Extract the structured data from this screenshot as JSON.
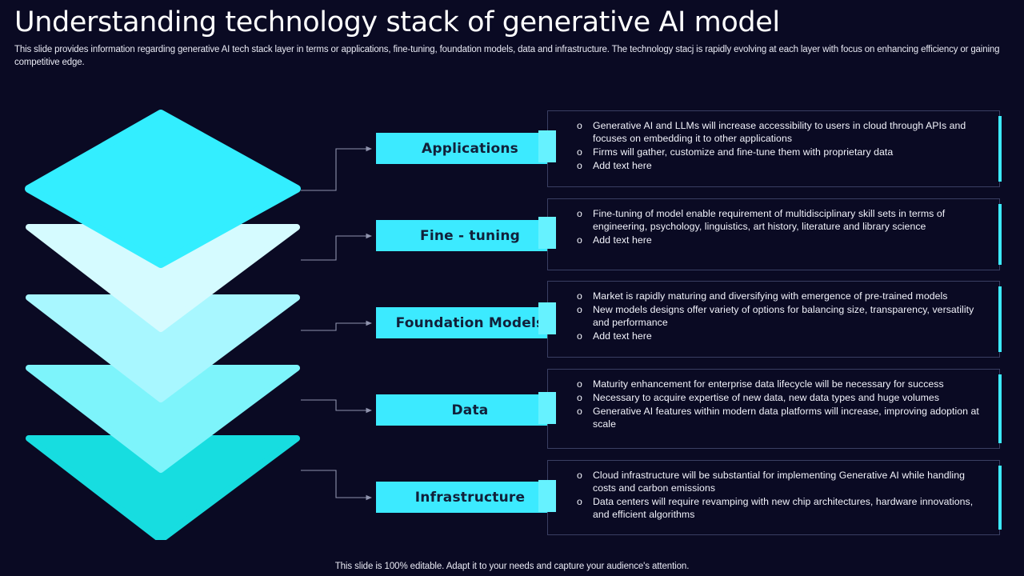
{
  "header": {
    "title": "Understanding technology stack of generative AI model",
    "subtitle": "This slide provides information regarding generative AI tech stack layer in terms or applications, fine-tuning, foundation models, data and infrastructure. The technology stacj is rapidly evolving at each layer with focus on enhancing efficiency or gaining competitive edge."
  },
  "colors": {
    "background": "#0a0a23",
    "accent": "#3ceaff",
    "layer_1": "#33eeff",
    "layer_2": "#d5fbff",
    "layer_3": "#a8f7ff",
    "layer_4": "#7df4fb",
    "layer_5": "#17dde0",
    "panel_border": "#3a3f63",
    "text": "#f2f3fb",
    "label_text": "#11203a"
  },
  "stack": {
    "layers": [
      {
        "name": "applications",
        "label": "Applications",
        "shape": "diamond",
        "color": "#33eeff"
      },
      {
        "name": "fine-tuning",
        "label": "Fine - tuning",
        "shape": "chevron",
        "color": "#d5fbff"
      },
      {
        "name": "foundation-models",
        "label": "Foundation Models",
        "shape": "chevron",
        "color": "#a8f7ff"
      },
      {
        "name": "data",
        "label": "Data",
        "shape": "chevron",
        "color": "#7df4fb"
      },
      {
        "name": "infrastructure",
        "label": "Infrastructure",
        "shape": "chevron",
        "color": "#17dde0"
      }
    ]
  },
  "panels": [
    {
      "name": "applications",
      "bullet_marker": "o",
      "bullets": [
        "Generative  AI and LLMs will  increase  accessibility to users in cloud through  APIs and focuses on embedding  it to other  applications",
        "Firms will gather,  customize and fine-tune  them with proprietary  data",
        "Add text here"
      ]
    },
    {
      "name": "fine-tuning",
      "bullet_marker": "o",
      "bullets": [
        "Fine-tuning  of model enable  requirement  of multidisciplinary  skill sets in terms of engineering,  psychology,  linguistics, art history,  literature  and library  science",
        "Add text here"
      ]
    },
    {
      "name": "foundation-models",
      "bullet_marker": "o",
      "bullets": [
        "Market is rapidly maturing  and diversifying  with emergence  of pre-trained  models",
        "New models designs offer variety  of options for balancing  size, transparency,  versatility  and performance",
        "Add text here"
      ]
    },
    {
      "name": "data",
      "bullet_marker": "o",
      "bullets": [
        "Maturity enhancement  for enterprise  data lifecycle will be necessary for success",
        "Necessary to acquire  expertise  of new data, new data types and huge volumes",
        "Generative  AI features  within  modern data platforms will increase,  improving  adoption  at scale"
      ]
    },
    {
      "name": "infrastructure",
      "bullet_marker": "o",
      "bullets": [
        "Cloud infrastructure  will be substantial for implementing  Generative  AI while handling  costs and carbon  emissions",
        "Data centers will require  revamping  with new chip architectures, hardware innovations,  and efficient  algorithms"
      ]
    }
  ],
  "footer": {
    "note": "This slide is 100% editable. Adapt it to your needs and capture your audience's attention."
  }
}
